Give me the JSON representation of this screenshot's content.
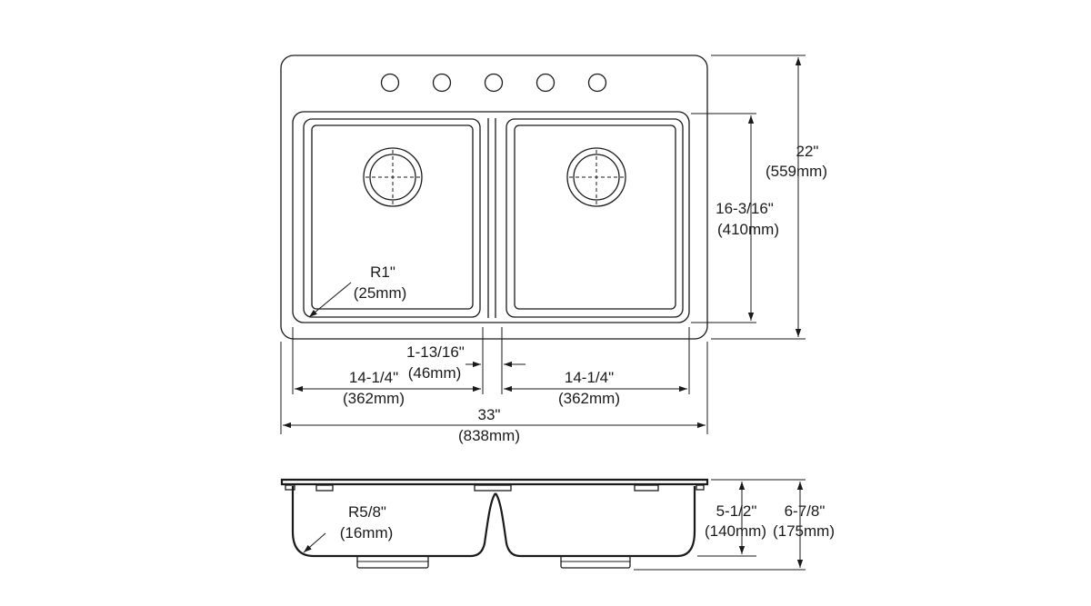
{
  "plan_view": {
    "labels": {
      "overall_height": {
        "imperial": "22\"",
        "metric": "(559mm)"
      },
      "bowl_height": {
        "imperial": "16-3/16\"",
        "metric": "(410mm)"
      },
      "corner_radius": {
        "imperial": "R1\"",
        "metric": "(25mm)"
      },
      "divider_width": {
        "imperial": "1-13/16\"",
        "metric": "(46mm)"
      },
      "left_bowl_width": {
        "imperial": "14-1/4\"",
        "metric": "(362mm)"
      },
      "right_bowl_width": {
        "imperial": "14-1/4\"",
        "metric": "(362mm)"
      },
      "overall_width": {
        "imperial": "33\"",
        "metric": "(838mm)"
      }
    },
    "faucet_holes": 5
  },
  "side_view": {
    "labels": {
      "bottom_radius": {
        "imperial": "R5/8\"",
        "metric": "(16mm)"
      },
      "bowl_depth": {
        "imperial": "5-1/2\"",
        "metric": "(140mm)"
      },
      "overall_depth": {
        "imperial": "6-7/8\"",
        "metric": "(175mm)"
      }
    }
  }
}
